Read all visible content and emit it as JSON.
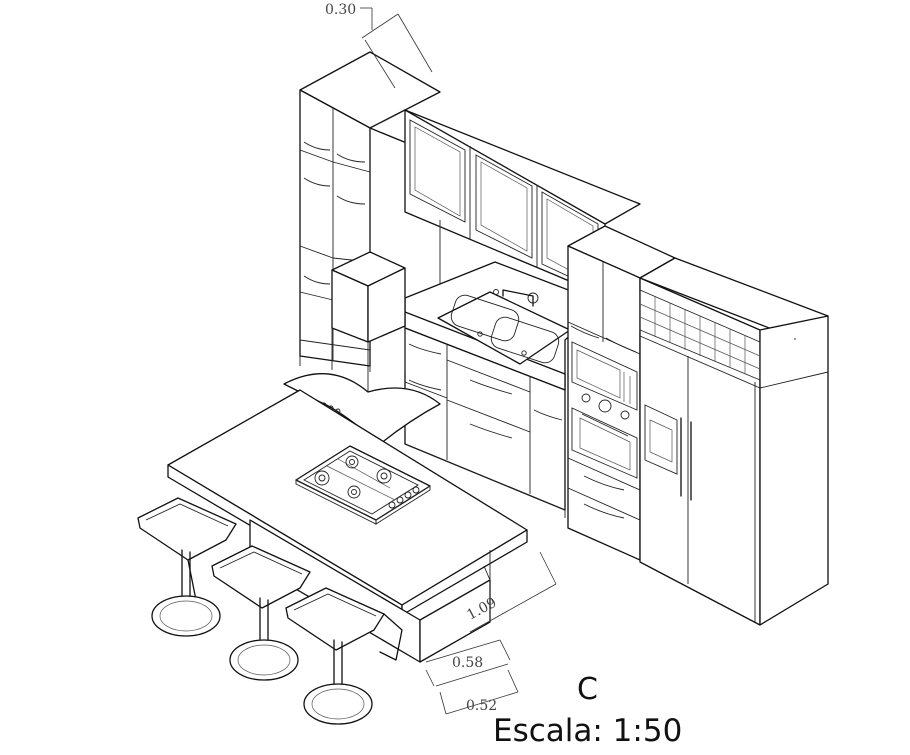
{
  "view_label": "C",
  "scale_text": "Escala: 1:50",
  "dimensions": {
    "cabinet_depth": "0.30",
    "island_length": "1.09",
    "island_overhang": "0.58",
    "island_base": "0.52"
  }
}
